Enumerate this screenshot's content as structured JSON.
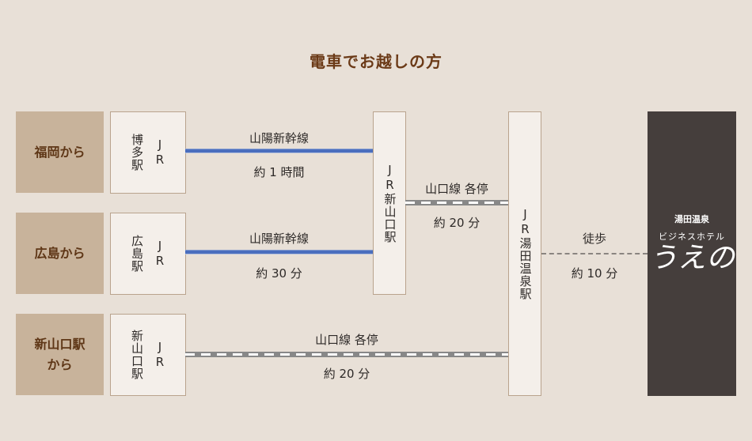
{
  "title": "電車でお越しの方",
  "routes": [
    {
      "origin": "福岡から",
      "station": "博多駅",
      "jr": "JR",
      "line": "山陽新幹線",
      "time": "約 1 時間"
    },
    {
      "origin": "広島から",
      "station": "広島駅",
      "jr": "JR",
      "line": "山陽新幹線",
      "time": "約 30 分"
    },
    {
      "origin": "新山口駅から",
      "station": "新山口駅",
      "jr": "JR",
      "line": "山口線 各停",
      "time": "約 20 分"
    }
  ],
  "transfer": {
    "station": "JR新山口駅",
    "line": "山口線 各停",
    "time": "約 20 分"
  },
  "destination_station": "JR湯田温泉駅",
  "walk": {
    "label": "徒歩",
    "time": "約 10 分"
  },
  "hotel": {
    "area": "湯田温泉",
    "type": "ビジネスホテル",
    "name": "うえの"
  },
  "colors": {
    "shinkansen": "#4a6ebe",
    "local": "#888888",
    "hotel_bg": "#453e3c",
    "accent": "#6b3a17"
  }
}
